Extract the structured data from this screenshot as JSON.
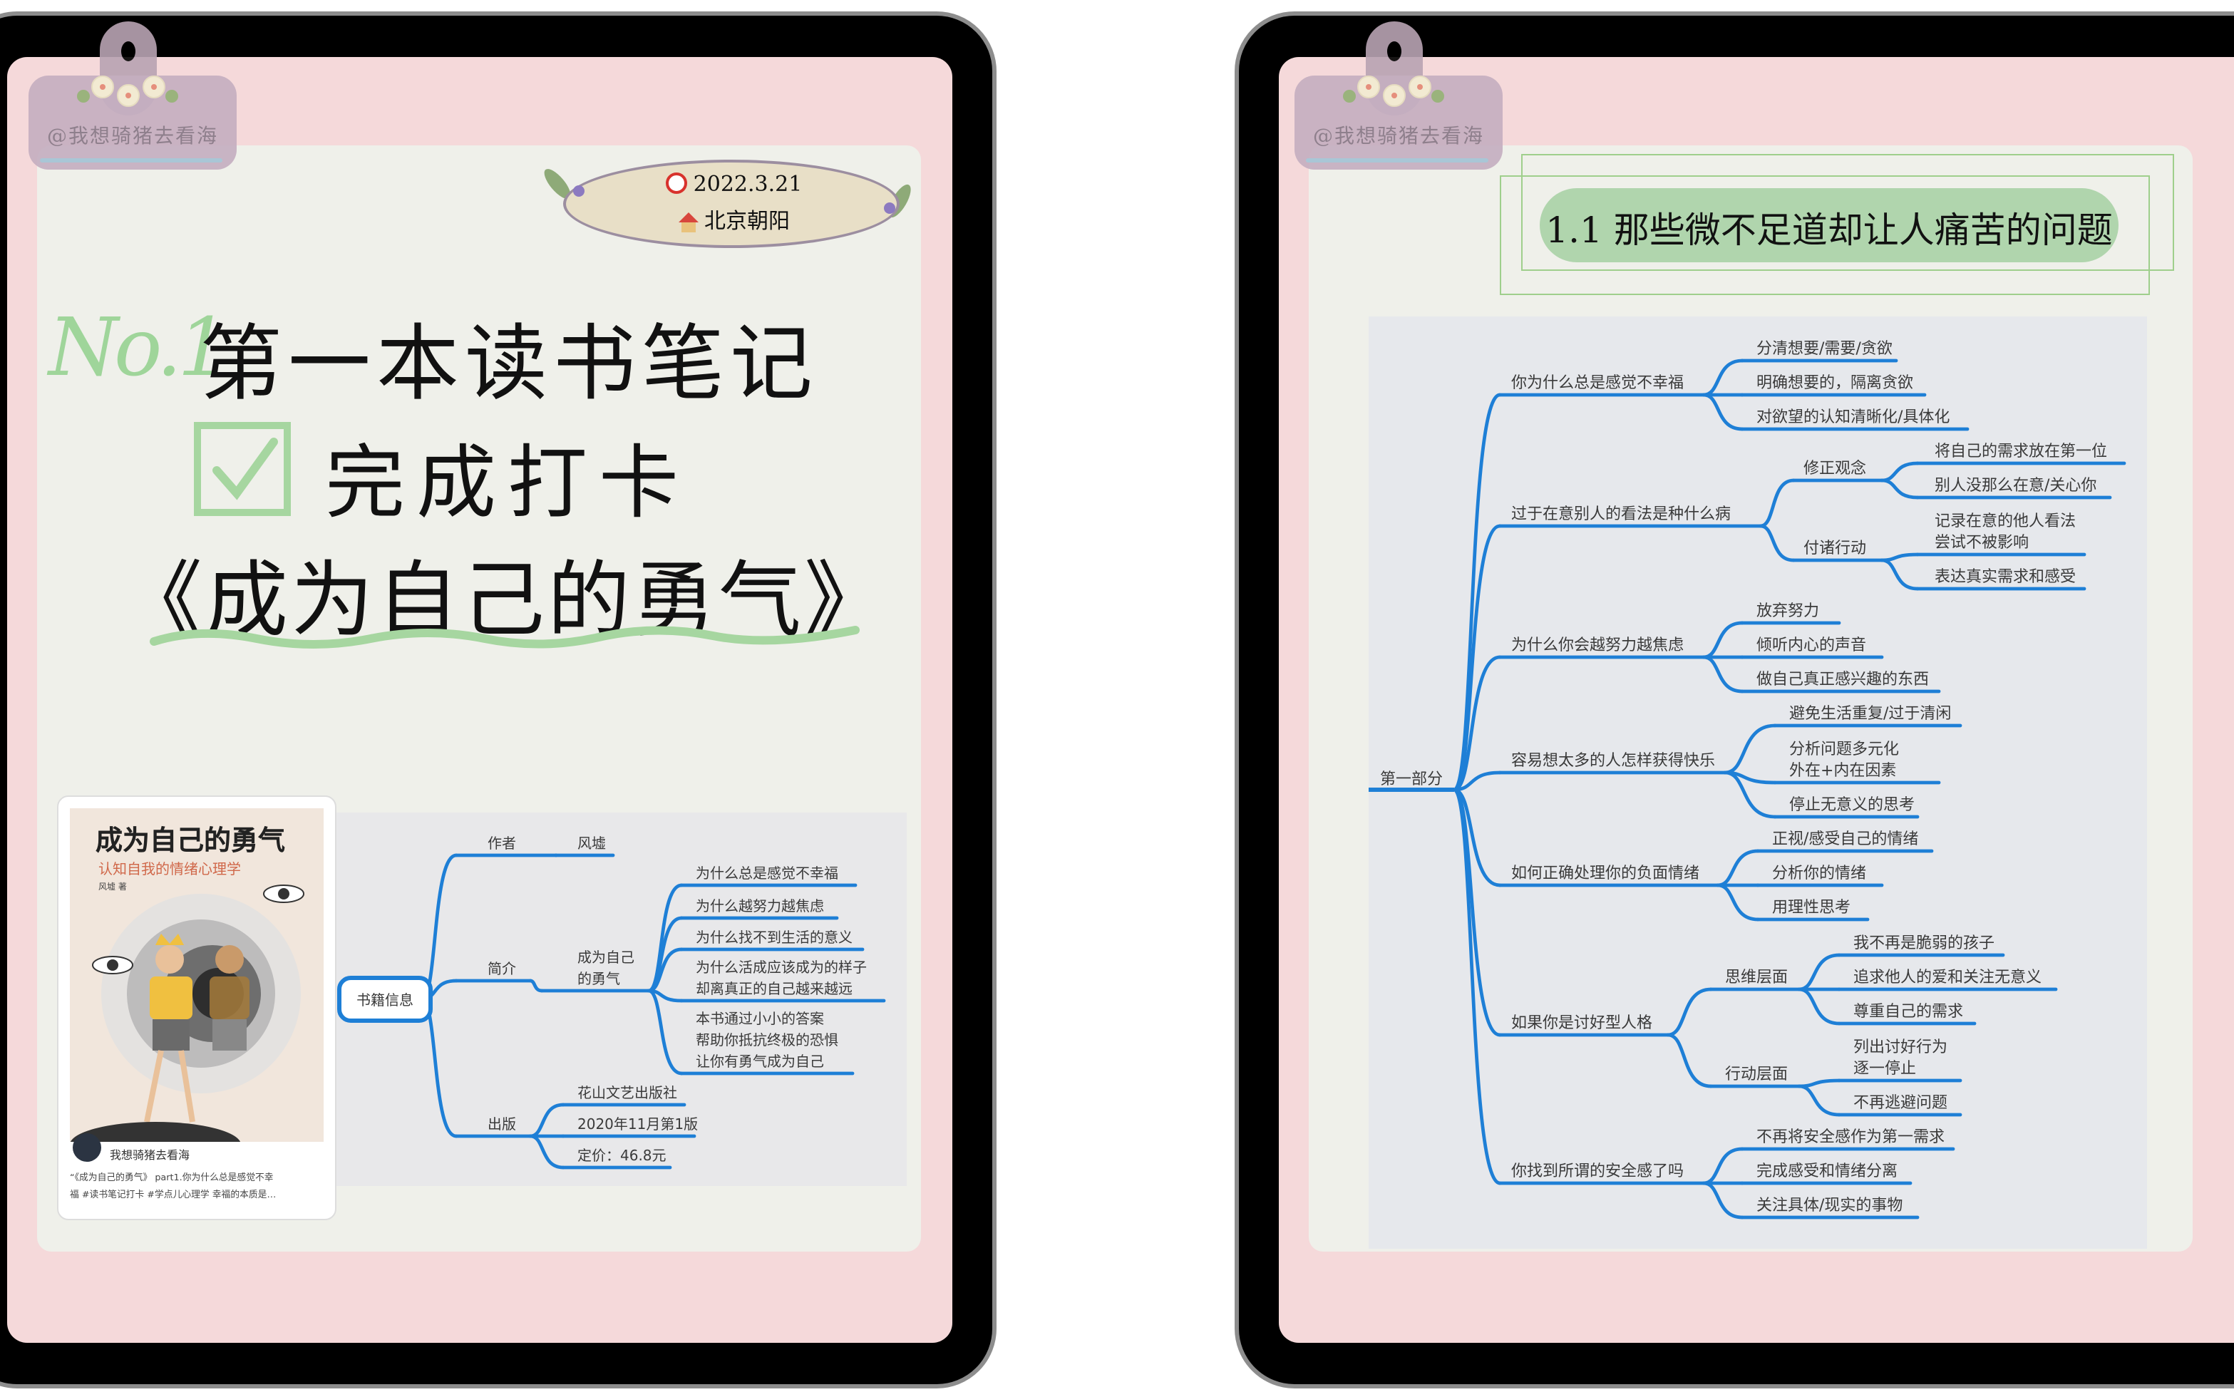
{
  "colors": {
    "accent_blue": "#1e7fd6",
    "screen_pink": "#f5d9da",
    "card_bg": "#eff0ea",
    "title_green": "#b0d5ad",
    "no1_green": "#9fd59a"
  },
  "watermark": "@我想骑猪去看海",
  "left_page": {
    "date": "2022.3.21",
    "date_icon": "alarm-clock-icon",
    "location": "北京朝阳",
    "location_icon": "house-icon",
    "heading_no": "No.1",
    "heading_title": "第一本读书笔记",
    "checkbox_checked": true,
    "checkin_text": "完成打卡",
    "book_title": "《成为自己的勇气》",
    "book_card": {
      "cover_title": "成为自己的勇气",
      "cover_subtitle": "认知自我的情绪心理学",
      "cover_author": "风墟 著",
      "username": "我想骑猪去看海",
      "caption_line1": "“《成为自己的勇气》 part1.你为什么总是感觉不幸",
      "caption_line2": "福 #读书笔记打卡  #学点儿心理学  幸福的本质是…"
    },
    "mindmap": {
      "root": "书籍信息",
      "branches": [
        {
          "label": "作者",
          "children": [
            {
              "label": "风墟"
            }
          ]
        },
        {
          "label": "简介",
          "children": [
            {
              "label": [
                "成为自己",
                "的勇气"
              ],
              "children": [
                {
                  "label": "为什么总是感觉不幸福"
                },
                {
                  "label": "为什么越努力越焦虑"
                },
                {
                  "label": "为什么找不到生活的意义"
                },
                {
                  "label": [
                    "为什么活成应该成为的样子",
                    "却离真正的自己越来越远"
                  ]
                },
                {
                  "label": [
                    "本书通过小小的答案",
                    "帮助你抵抗终极的恐惧",
                    "让你有勇气成为自己"
                  ]
                }
              ]
            }
          ]
        },
        {
          "label": "出版",
          "children": [
            {
              "label": "花山文艺出版社"
            },
            {
              "label": "2020年11月第1版"
            },
            {
              "label": "定价：46.8元"
            }
          ]
        }
      ]
    }
  },
  "right_page": {
    "section_title": "1.1 那些微不足道却让人痛苦的问题",
    "mindmap": {
      "root": "第一部分",
      "branches": [
        {
          "label": "你为什么总是感觉不幸福",
          "children": [
            {
              "label": "分清想要/需要/贪欲"
            },
            {
              "label": "明确想要的，隔离贪欲"
            },
            {
              "label": "对欲望的认知清晰化/具体化"
            }
          ]
        },
        {
          "label": "过于在意别人的看法是种什么病",
          "children": [
            {
              "label": "修正观念",
              "children": [
                {
                  "label": "将自己的需求放在第一位"
                },
                {
                  "label": "别人没那么在意/关心你"
                }
              ]
            },
            {
              "label": "付诸行动",
              "children": [
                {
                  "label": [
                    "记录在意的他人看法",
                    "尝试不被影响"
                  ]
                },
                {
                  "label": "表达真实需求和感受"
                }
              ]
            }
          ]
        },
        {
          "label": "为什么你会越努力越焦虑",
          "children": [
            {
              "label": "放弃努力"
            },
            {
              "label": "倾听内心的声音"
            },
            {
              "label": "做自己真正感兴趣的东西"
            }
          ]
        },
        {
          "label": "容易想太多的人怎样获得快乐",
          "children": [
            {
              "label": "避免生活重复/过于清闲"
            },
            {
              "label": [
                "分析问题多元化",
                "外在+内在因素"
              ]
            },
            {
              "label": "停止无意义的思考"
            }
          ]
        },
        {
          "label": "如何正确处理你的负面情绪",
          "children": [
            {
              "label": "正视/感受自己的情绪"
            },
            {
              "label": "分析你的情绪"
            },
            {
              "label": "用理性思考"
            }
          ]
        },
        {
          "label": "如果你是讨好型人格",
          "children": [
            {
              "label": "思维层面",
              "children": [
                {
                  "label": "我不再是脆弱的孩子"
                },
                {
                  "label": "追求他人的爱和关注无意义"
                },
                {
                  "label": "尊重自己的需求"
                }
              ]
            },
            {
              "label": "行动层面",
              "children": [
                {
                  "label": [
                    "列出讨好行为",
                    "逐一停止"
                  ]
                },
                {
                  "label": "不再逃避问题"
                }
              ]
            }
          ]
        },
        {
          "label": "你找到所谓的安全感了吗",
          "children": [
            {
              "label": "不再将安全感作为第一需求"
            },
            {
              "label": "完成感受和情绪分离"
            },
            {
              "label": "关注具体/现实的事物"
            }
          ]
        }
      ]
    }
  }
}
